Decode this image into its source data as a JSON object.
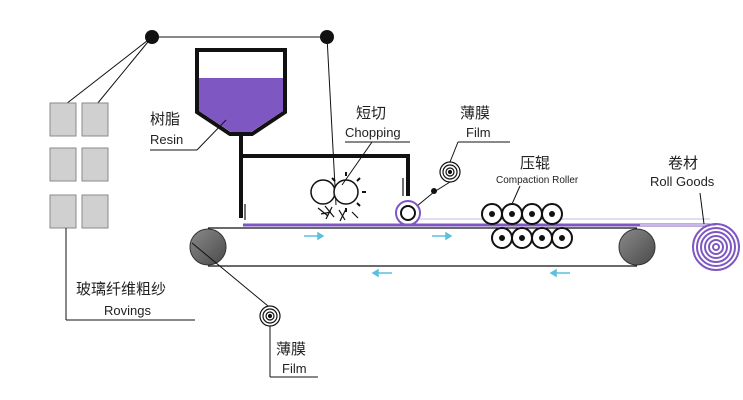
{
  "labels": {
    "resin": {
      "cn": "树脂",
      "en": "Resin"
    },
    "chopping": {
      "cn": "短切",
      "en": "Chopping"
    },
    "film_top": {
      "cn": "薄膜",
      "en": "Film"
    },
    "compaction": {
      "cn": "压辊",
      "en": "Compaction Roller"
    },
    "roll_goods": {
      "cn": "卷材",
      "en": "Roll Goods"
    },
    "rovings": {
      "cn": "玻璃纤维粗纱",
      "en": "Rovings"
    },
    "film_bottom": {
      "cn": "薄膜",
      "en": "Film"
    }
  },
  "colors": {
    "resin": "#7e57c2",
    "resin_light": "#c9b8e6",
    "roving_box": "#d0d0d0",
    "roller": "#6e6e6e",
    "line": "#111111",
    "flow_arrow": "#5bc0de"
  }
}
